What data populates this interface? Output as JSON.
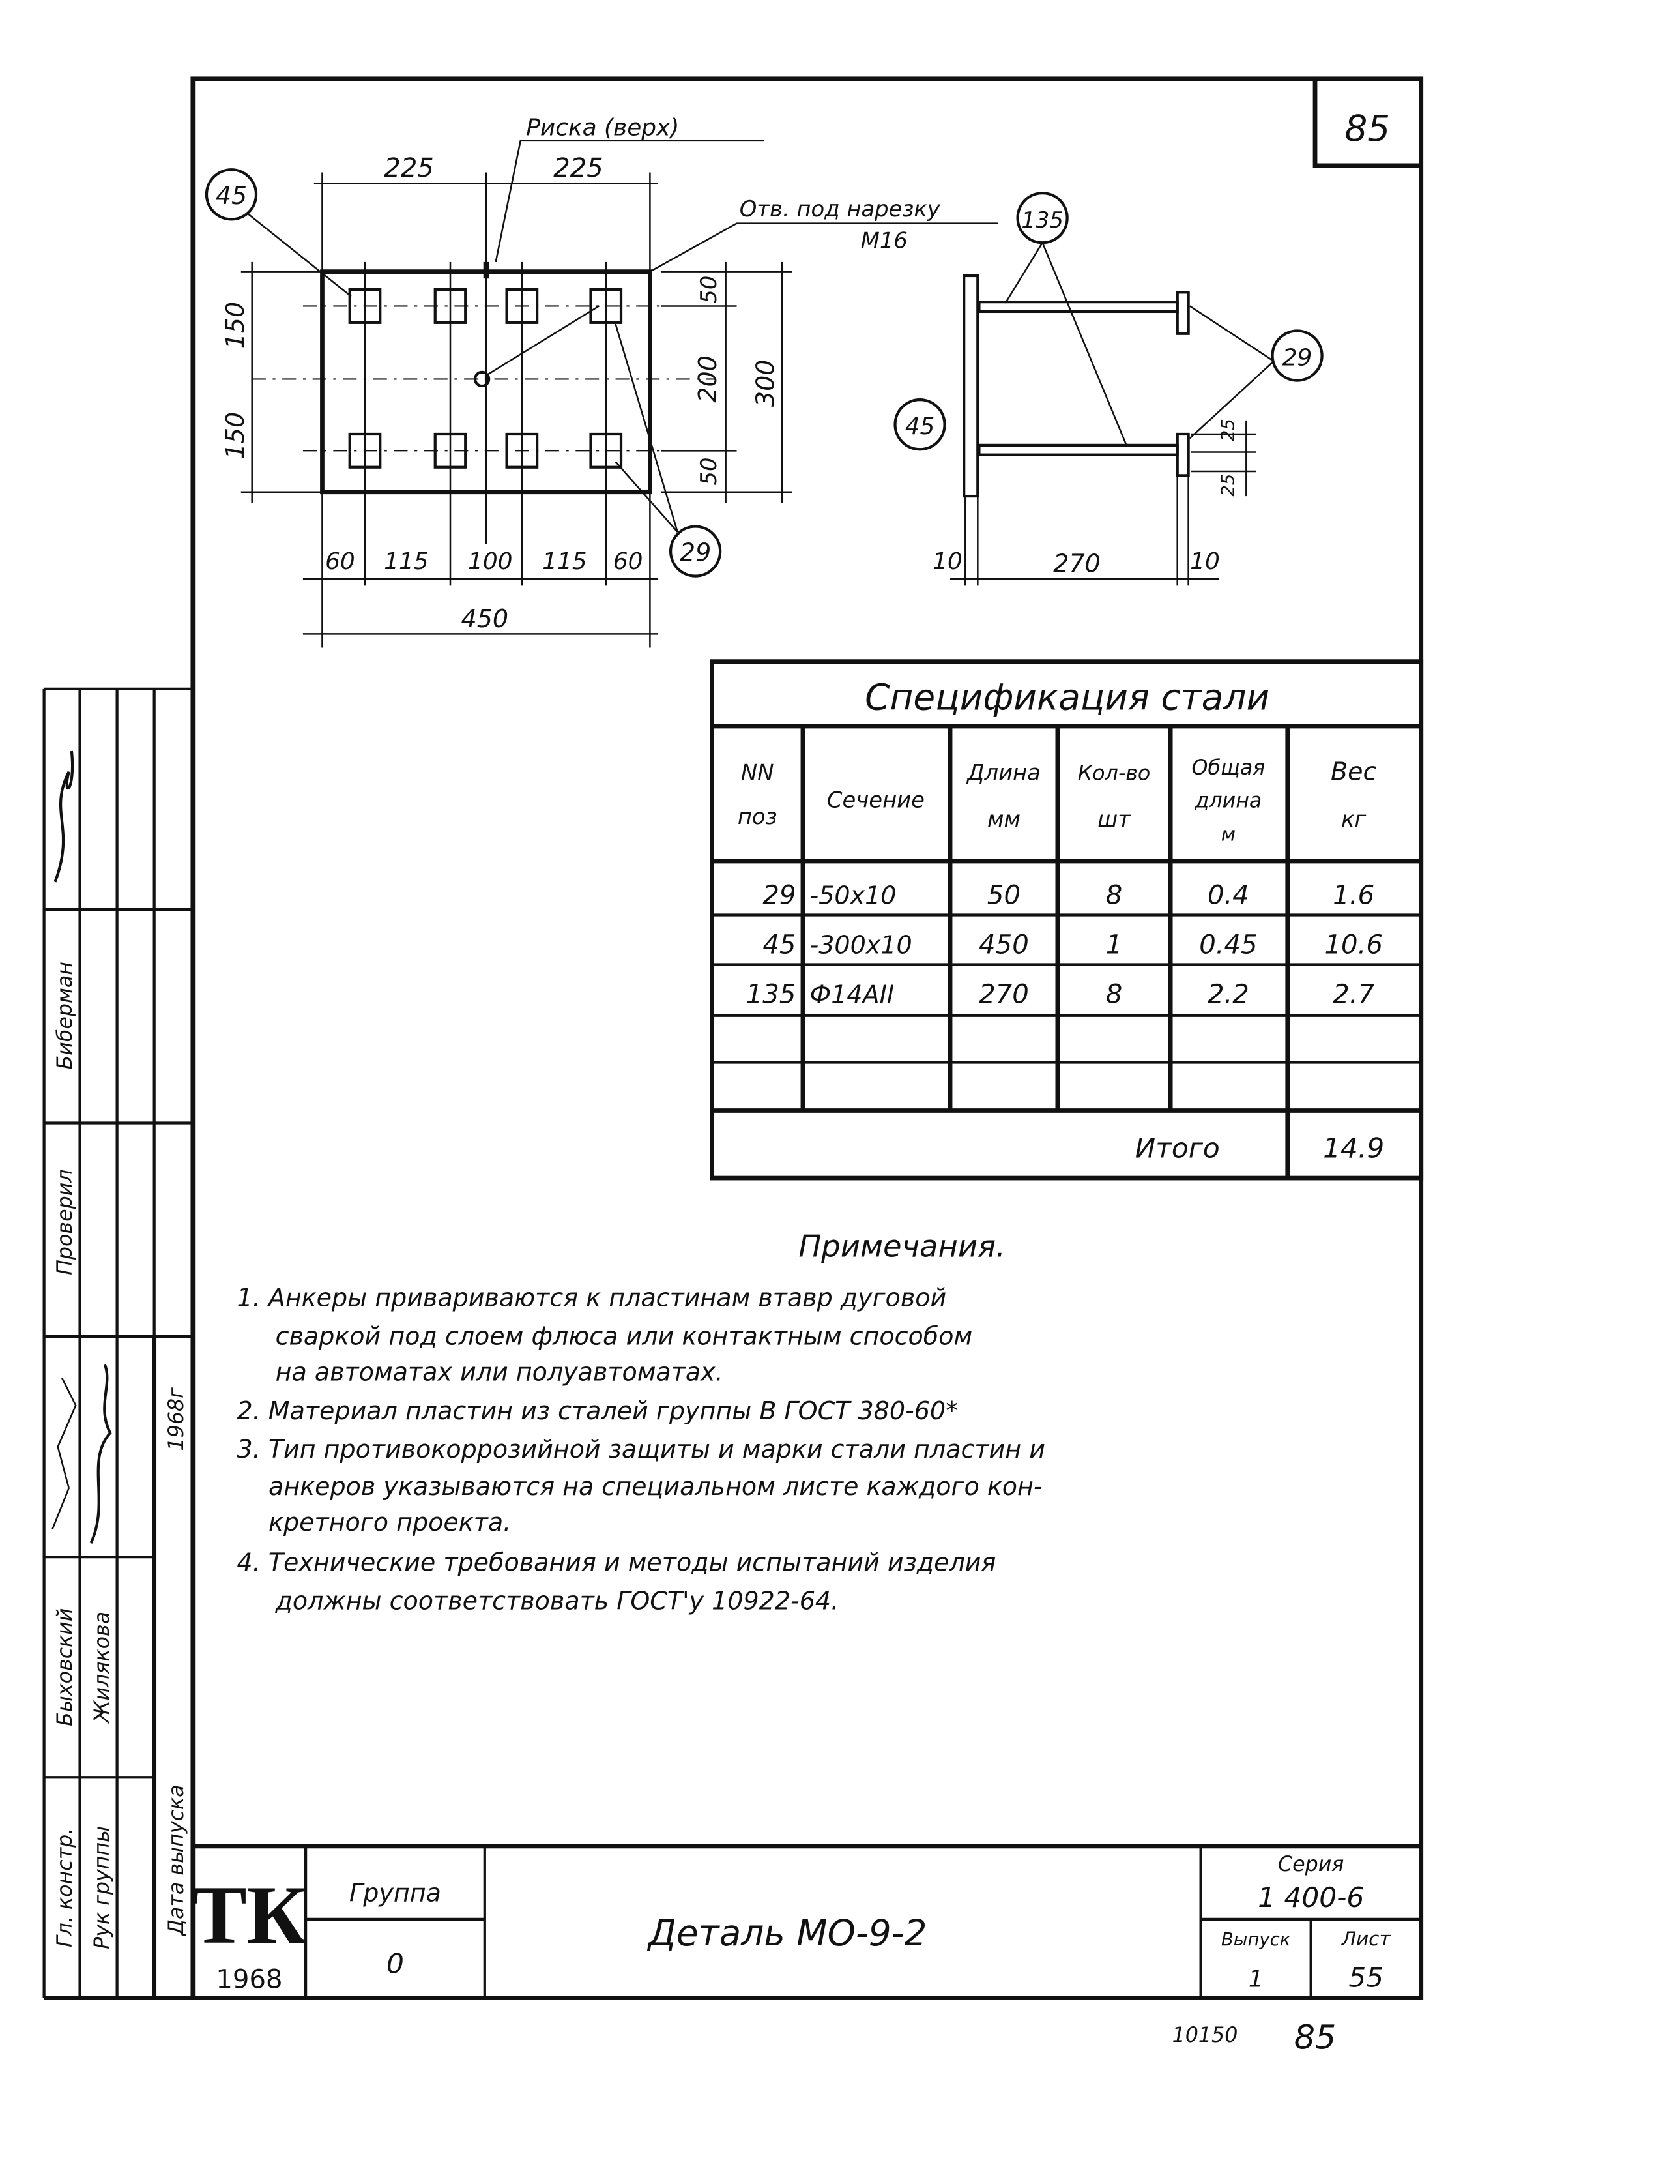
{
  "sheet": {
    "number": "85",
    "bottom_note_code": "10150",
    "bottom_note_page": "85"
  },
  "plan_view": {
    "callout_plate": "45",
    "callout_anchor_plates": "29",
    "mark_label": "Риска (верх)",
    "hole_label_line1": "Отв. под нарезку",
    "hole_label_line2": "M16",
    "dims_top": [
      "225",
      "225"
    ],
    "dims_left": [
      "150",
      "150"
    ],
    "dims_right_chain": [
      "50",
      "200",
      "50"
    ],
    "dim_right_total": "300",
    "dims_bottom_chain": [
      "60",
      "115",
      "100",
      "115",
      "60"
    ],
    "dim_bottom_total": "450"
  },
  "side_view": {
    "callout_anchor": "135",
    "callout_anchor_plates": "29",
    "callout_plate": "45",
    "dims_right": [
      "25",
      "25"
    ],
    "dims_bottom": [
      "10",
      "270",
      "10"
    ]
  },
  "spec_table": {
    "title": "Спецификация стали",
    "headers": [
      [
        "NN",
        "поз"
      ],
      [
        "Сечение"
      ],
      [
        "Длина",
        "мм"
      ],
      [
        "Кол-во",
        "шт"
      ],
      [
        "Общая",
        "длина",
        "м"
      ],
      [
        "Вес",
        "кг"
      ]
    ],
    "rows": [
      [
        "29",
        "-50x10",
        "50",
        "8",
        "0.4",
        "1.6"
      ],
      [
        "45",
        "-300x10",
        "450",
        "1",
        "0.45",
        "10.6"
      ],
      [
        "135",
        "Ф14АII",
        "270",
        "8",
        "2.2",
        "2.7"
      ]
    ],
    "total_label": "Итого",
    "total_value": "14.9"
  },
  "notes": {
    "title": "Примечания.",
    "lines": [
      "1. Анкеры привариваются к пластинам втавр дуговой",
      "сваркой под слоем флюса или контактным способом",
      "на автоматах или полуавтоматах.",
      "2. Материал пластин из сталей группы В ГОСТ 380-60*",
      "3. Тип противокоррозийной защиты и марки стали пластин и",
      "анкеров указываются на специальном листе каждого кон-",
      "кретного проекта.",
      "4. Технические требования и методы испытаний изделия",
      "должны соответствовать ГОСТ'у 10922-64."
    ]
  },
  "stamp_side": {
    "checked_role": "Проверил",
    "checked_name": "Биберман",
    "chief_role": "Гл. констр.",
    "chief_name": "Быховский",
    "group_lead_role": "Рук группы",
    "group_lead_name": "Жилякова",
    "issue_date_label": "Дата выпуска",
    "issue_date": "1968г"
  },
  "title_block": {
    "logo": "ТК",
    "logo_year": "1968",
    "group_label": "Группа",
    "group_value": "0",
    "title": "Деталь МО-9-2",
    "series_label": "Серия",
    "series_value": "1 400-6",
    "issue_label": "Выпуск",
    "issue_value": "1",
    "sheet_label": "Лист",
    "sheet_value": "55"
  }
}
